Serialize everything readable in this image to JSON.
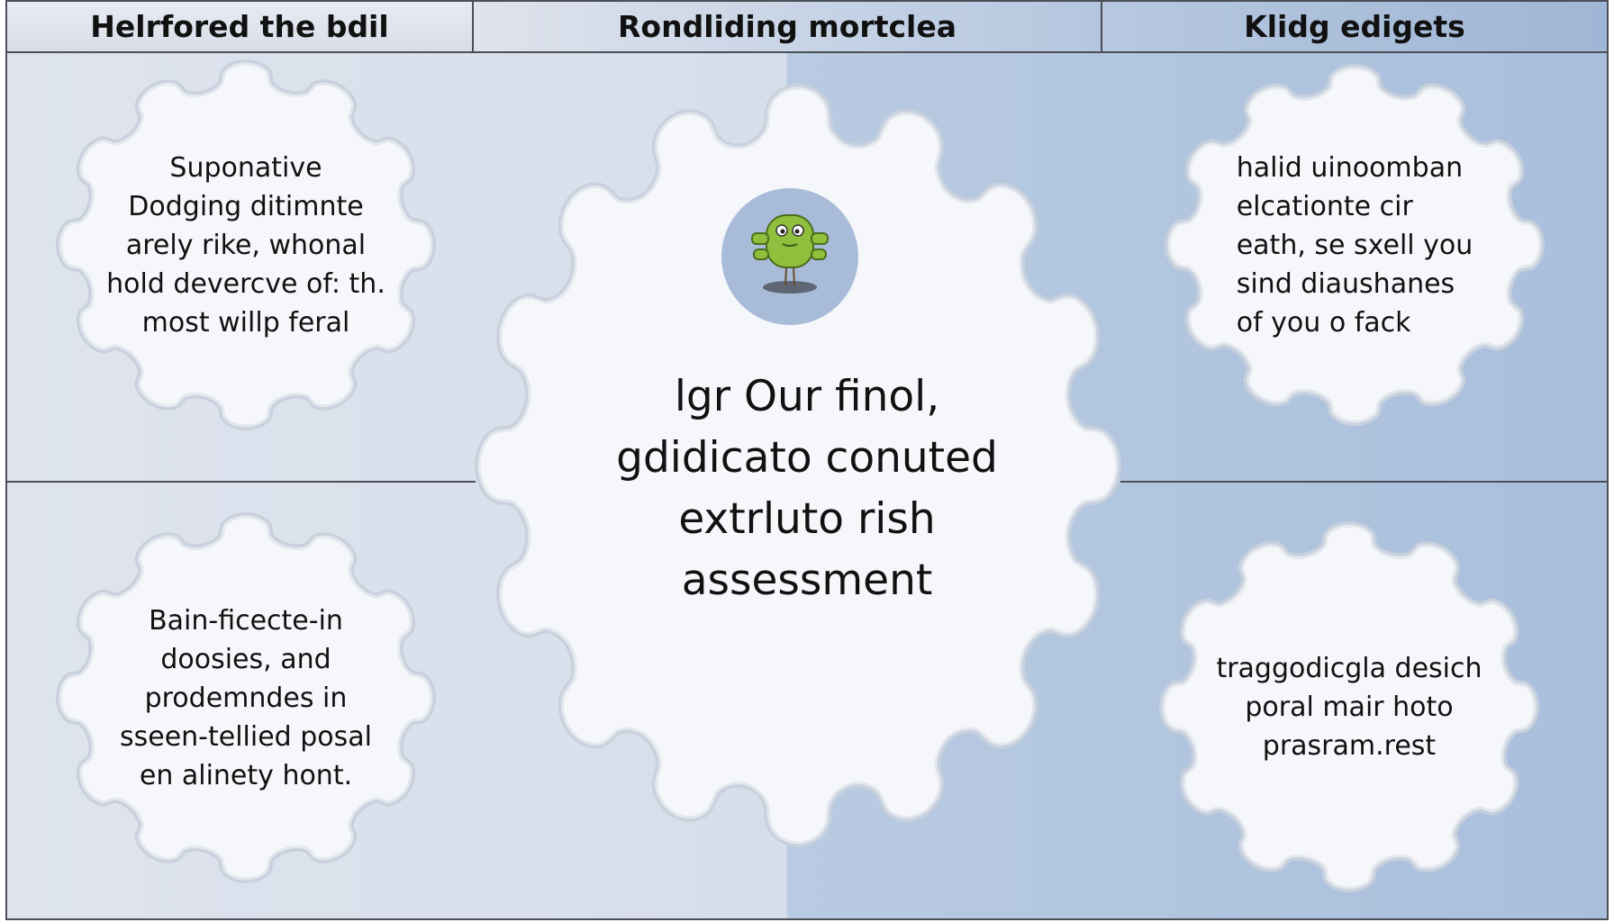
{
  "header": {
    "col1": "Helrfored the bdil",
    "col2": "Rondliding mortclea",
    "col3": "Klidg edigets"
  },
  "center": {
    "title": "lgr Our finol,\ngdidicato conuted\nextrluto rish\nassessment",
    "icon": "frog-mascot-icon"
  },
  "gears": {
    "top_left": "Suponative\nDodging ditimnte\narely rike, whonal\nhold devercve of: th.\nmost willp feral",
    "bottom_left": "Bain-ficecte-in\ndoosies, and\nprodemndes in\nsseen-tellied posal\nen alinety hont.",
    "top_right": "halid uinoomban\nelcationte cir\neath, se sxell you\nsind diaushanes\nof you o fack",
    "bottom_right": "traggodicgla desich\nporal mair hoto\nprasram.rest"
  },
  "colors": {
    "border": "#4a4f58",
    "panel_left": "#d6deea",
    "panel_right": "#a9bfdc",
    "gear_fill": "#f5f7fa",
    "frog_green": "#8fbf3c"
  }
}
